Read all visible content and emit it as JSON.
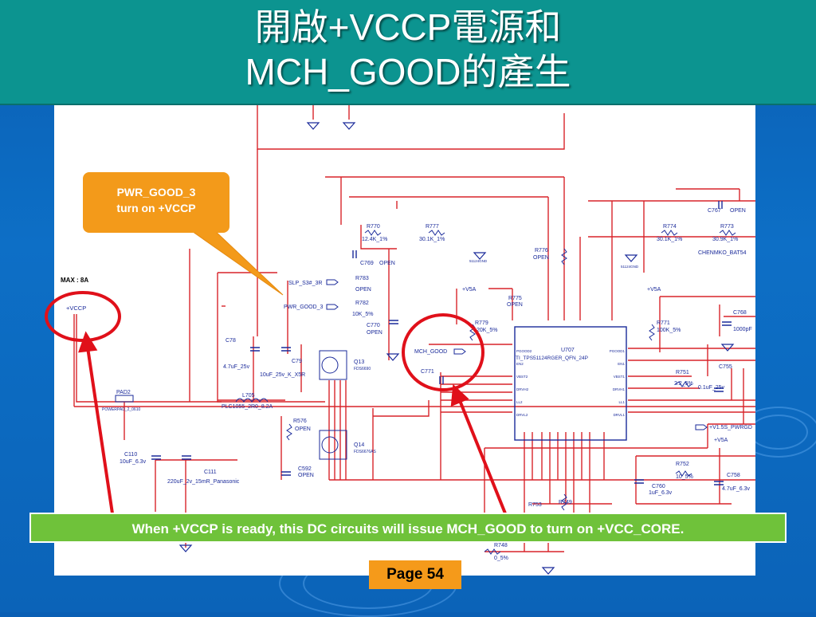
{
  "title": {
    "line1": "開啟+VCCP電源和",
    "line2": "MCH_GOOD的產生"
  },
  "callout": {
    "line1": "PWR_GOOD_3",
    "line2": "turn on +VCCP"
  },
  "note": "When +VCCP is ready, this DC circuits will issue MCH_GOOD to turn on +VCC_CORE.",
  "page_label": "Page 54",
  "schematic": {
    "max_label": "MAX : 8A",
    "vccp": "+VCCP",
    "pad": "PAD2",
    "padfoot": "POWERPAD_2_0610",
    "c110": "C110",
    "c110v": "10uF_6.3v",
    "c111": "C111",
    "c111v": "220uF_2v_15mR_Panasonic",
    "c78": "C78",
    "c78v": "4.7uF_25v",
    "c79": "C79",
    "c79v": "10uF_25v_K_X5R",
    "l705": "L705",
    "l705v": "PLC1055_2R0_8.2A",
    "r576": "R576",
    "r576v": "OPEN",
    "c592": "C592",
    "c592v": "OPEN",
    "q13": "Q13",
    "q13v": "FDS6690",
    "q14": "Q14",
    "q14v": "FDS6676AS",
    "slp": "SLP_S3#_3R",
    "pwrgood": "PWR_GOOD_3",
    "r783": "R783",
    "r783v": "OPEN",
    "r782": "R782",
    "r782v": "10K_5%",
    "r770": "R770",
    "r770v": "12.4K_1%",
    "r777": "R777",
    "r777v": "30.1K_1%",
    "c769": "C769",
    "c769v": "OPEN",
    "c770": "C770",
    "c770v": "OPEN",
    "v5a1": "+V5A",
    "r779": "R779",
    "r779v": "20K_5%",
    "mchgood": "MCH_GOOD",
    "c771": "C771",
    "r775": "R775",
    "r775v": "OPEN",
    "r776": "R776",
    "r776v": "OPEN",
    "u707": "U707",
    "ic": "TI_TPS51124RGER_QFN_24P",
    "r774": "R774",
    "r774v": "30.1K_1%",
    "r773": "R773",
    "r773v": "30.9K_1%",
    "c767": "C767",
    "c767v": "OPEN",
    "chenmko": "CHENMKO_BAT54",
    "v5a2": "+V5A",
    "r771": "R771",
    "r771v": "100K_5%",
    "c768": "C768",
    "c768v": "1000pF",
    "r751": "R751",
    "r751v": "2.2_5%",
    "c755": "C755",
    "c755v": "0.1uF_25v",
    "v15s": "+V1.5S_PWRGD",
    "v5a3": "+V5A",
    "r752": "R752",
    "r752v": "10_5%",
    "c760": "C760",
    "c760v": "1uF_6.3v",
    "c758": "C758",
    "c758v": "4.7uF_6.3v",
    "r753": "R753",
    "r749": "R749",
    "r748": "R748",
    "r748v": "0_5%",
    "sub1": "51124GND",
    "sub2": "51124GND",
    "pins_left": [
      "PGOOD2",
      "EN2",
      "VBST2",
      "DRVH2",
      "LL2",
      "DRVL2"
    ],
    "pins_right": [
      "PGOOD1",
      "EN1",
      "VBST1",
      "DRVH1",
      "LL1",
      "DRVL1"
    ]
  },
  "colors": {
    "title_bg": "#0c9490",
    "callout_bg": "#f39a1a",
    "note_bg": "#6fc23a",
    "page_bg": "#f59a1a",
    "wire": "#d8242a",
    "circle": "#e0101a"
  }
}
